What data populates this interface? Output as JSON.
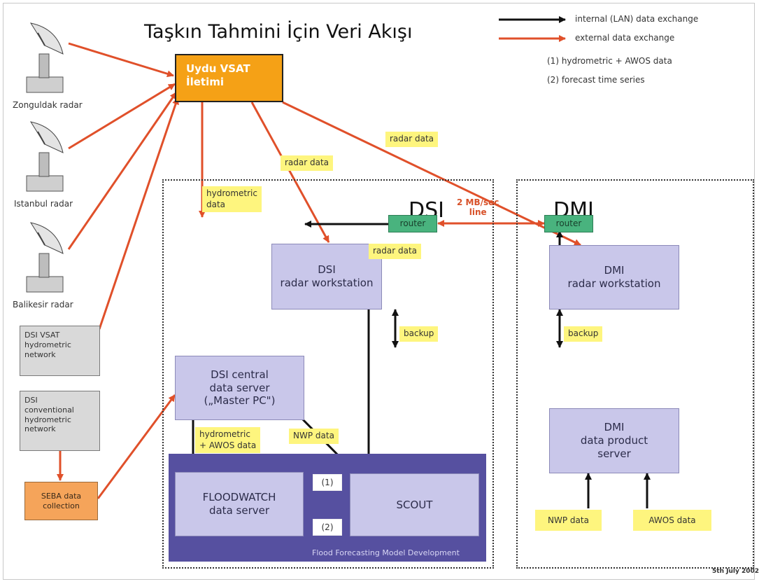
{
  "title": "Taşkın Tahmini İçin Veri Akışı",
  "legend": {
    "internal": "internal (LAN) data exchange",
    "external": "external data exchange",
    "note1": "(1)   hydrometric + AWOS data",
    "note2": "(2)   forecast time series"
  },
  "regions": {
    "dsi": "DSI",
    "dmi": "DMI"
  },
  "radars": {
    "zonguldak": "Zonguldak radar",
    "istanbul": "Istanbul radar",
    "balikesir": "Balikesir radar"
  },
  "boxes": {
    "vsat": "Uydu VSAT\nİletimi",
    "dsi_vsat_network": "DSI VSAT\nhydrometric\nnetwork",
    "dsi_conventional": "DSI\nconventional\nhydrometric\nnetwork",
    "seba": "SEBA data\ncollection",
    "dsi_radar_ws": "DSI\nradar workstation",
    "dmi_radar_ws": "DMI\nradar workstation",
    "dsi_central": "DSI central\ndata server\n(„Master PC\")",
    "dmi_product": "DMI\ndata product\nserver",
    "floodwatch": "FLOODWATCH\ndata server",
    "scout": "SCOUT",
    "router_dsi": "router",
    "router_dmi": "router",
    "nwp_dmi": "NWP data",
    "awos_dmi": "AWOS data"
  },
  "tags": {
    "radar_data_1": "radar data",
    "radar_data_2": "radar data",
    "radar_data_3": "radar data",
    "hydrometric_data": "hydrometric\ndata",
    "backup_dsi": "backup",
    "backup_dmi": "backup",
    "hydro_awos": "hydrometric\n+ AWOS data",
    "nwp_data": "NWP data",
    "one": "(1)",
    "two": "(2)"
  },
  "link_label": "2 MB/sec\nline",
  "model_caption": "Flood Forecasting Model Development",
  "date": "5th July 2002",
  "colors": {
    "internal_arrow": "#111111",
    "external_arrow": "#e0502a",
    "vsat": "#f5a116",
    "workstation": "#c9c7ea",
    "router": "#49b37e",
    "tag": "#fef57e",
    "model": "#5650a0"
  }
}
